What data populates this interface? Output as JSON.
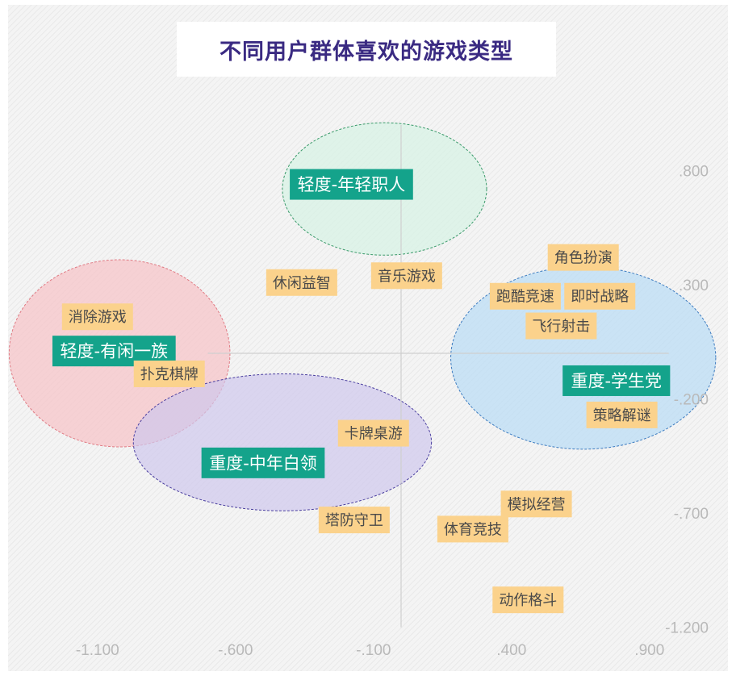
{
  "title": "不同用户群体喜欢的游戏类型",
  "chart_data": {
    "type": "scatter",
    "title": "不同用户群体喜欢的游戏类型",
    "xlabel": "",
    "ylabel": "",
    "xlim": [
      -1.3,
      1.1
    ],
    "ylim": [
      -1.25,
      1.35
    ],
    "grid": false,
    "x_ticks": [
      "-1.100",
      "-.600",
      "-.100",
      ".400",
      ".900"
    ],
    "x_tick_values": [
      -1.1,
      -0.6,
      -0.1,
      0.4,
      0.9
    ],
    "y_ticks": [
      ".800",
      ".300",
      "-.200",
      "-.700",
      "-1.200"
    ],
    "y_tick_values": [
      0.8,
      0.3,
      -0.2,
      -0.7,
      -1.2
    ],
    "groups": [
      {
        "name": "轻度-年轻职人",
        "x": -0.06,
        "y": 0.72,
        "rx": 0.37,
        "ry": 0.29,
        "fill": "#d6f2e4",
        "stroke": "#3a9a6a"
      },
      {
        "name": "轻度-有闲一族",
        "x": -1.02,
        "y": 0.0,
        "rx": 0.4,
        "ry": 0.41,
        "fill": "#f6c2c6",
        "stroke": "#e07a83"
      },
      {
        "name": "重度-中年白领",
        "x": -0.43,
        "y": -0.39,
        "rx": 0.54,
        "ry": 0.3,
        "fill": "#cfc8ec",
        "stroke": "#4b3fa0"
      },
      {
        "name": "重度-学生党",
        "x": 0.66,
        "y": -0.02,
        "rx": 0.48,
        "ry": 0.4,
        "fill": "#b8dcf5",
        "stroke": "#3d7cc0"
      }
    ],
    "points": [
      {
        "name": "休闲益智",
        "x": -0.36,
        "y": 0.31
      },
      {
        "name": "音乐游戏",
        "x": 0.02,
        "y": 0.34
      },
      {
        "name": "角色扮演",
        "x": 0.66,
        "y": 0.42
      },
      {
        "name": "跑酷竞速",
        "x": 0.45,
        "y": 0.25
      },
      {
        "name": "即时战略",
        "x": 0.72,
        "y": 0.25
      },
      {
        "name": "消除游戏",
        "x": -1.1,
        "y": 0.16
      },
      {
        "name": "飞行射击",
        "x": 0.58,
        "y": 0.12
      },
      {
        "name": "轻度-有闲一族",
        "x": -1.04,
        "y": 0.01,
        "kind": "group"
      },
      {
        "name": "扑克棋牌",
        "x": -0.84,
        "y": -0.09
      },
      {
        "name": "重度-学生党",
        "x": 0.78,
        "y": -0.12,
        "kind": "group"
      },
      {
        "name": "策略解谜",
        "x": 0.8,
        "y": -0.27
      },
      {
        "name": "卡牌桌游",
        "x": -0.1,
        "y": -0.35
      },
      {
        "name": "重度-中年白领",
        "x": -0.5,
        "y": -0.48,
        "kind": "group"
      },
      {
        "name": "轻度-年轻职人",
        "x": -0.18,
        "y": 0.74,
        "kind": "group"
      },
      {
        "name": "模拟经营",
        "x": 0.49,
        "y": -0.66
      },
      {
        "name": "塔防守卫",
        "x": -0.17,
        "y": -0.73
      },
      {
        "name": "体育竞技",
        "x": 0.26,
        "y": -0.77
      },
      {
        "name": "动作格斗",
        "x": 0.46,
        "y": -1.08
      }
    ],
    "colors": {
      "game_label": "#fbd28c",
      "group_label": "#14a38b",
      "title": "#3a2a82",
      "axis": "#cfcfcf"
    }
  }
}
